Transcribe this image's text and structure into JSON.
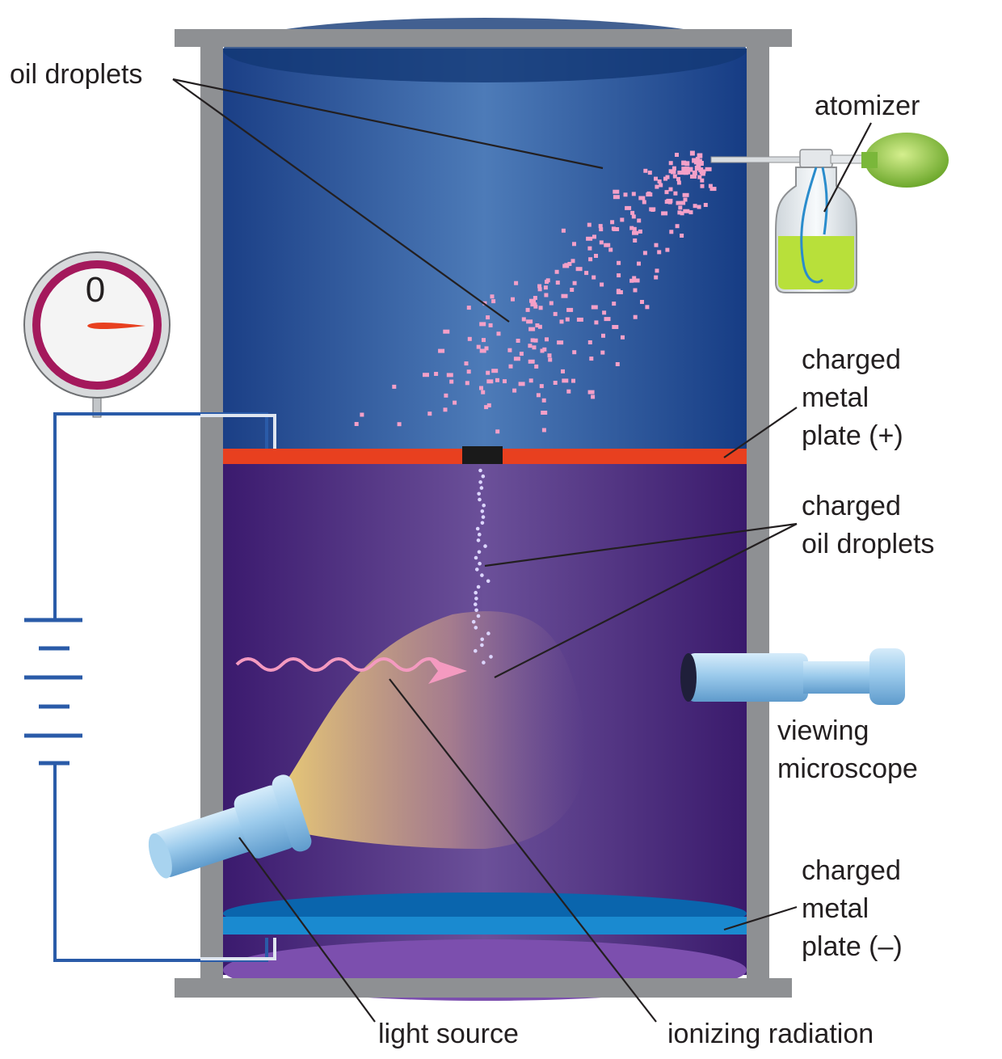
{
  "labels": {
    "oil_droplets": "oil droplets",
    "atomizer": "atomizer",
    "charged_plate_pos": [
      "charged",
      "metal",
      "plate (+)"
    ],
    "charged_oil_droplets": [
      "charged",
      "oil droplets"
    ],
    "viewing_microscope": [
      "viewing",
      "microscope"
    ],
    "charged_plate_neg": [
      "charged",
      "metal",
      "plate (–)"
    ],
    "light_source": "light source",
    "ionizing_radiation": "ionizing radiation"
  },
  "gauge": {
    "reading": "0"
  },
  "colors": {
    "frame": "#8e9093",
    "upper_chamber": "#1c4f94",
    "lower_chamber": "#4a2579",
    "positive_plate": "#e8401f",
    "negative_plate": "#1a8ad0",
    "wire": "#2a5ba8",
    "droplet_upper": "#f4a0c8",
    "droplet_lower": "#dcd6ff",
    "bulb": "#8cc63f",
    "liquid": "#b8e03a",
    "gauge_rim": "#a4195c",
    "needle": "#e8401f",
    "radiation": "#f49ac0",
    "light_beam": "#f6d77a"
  }
}
